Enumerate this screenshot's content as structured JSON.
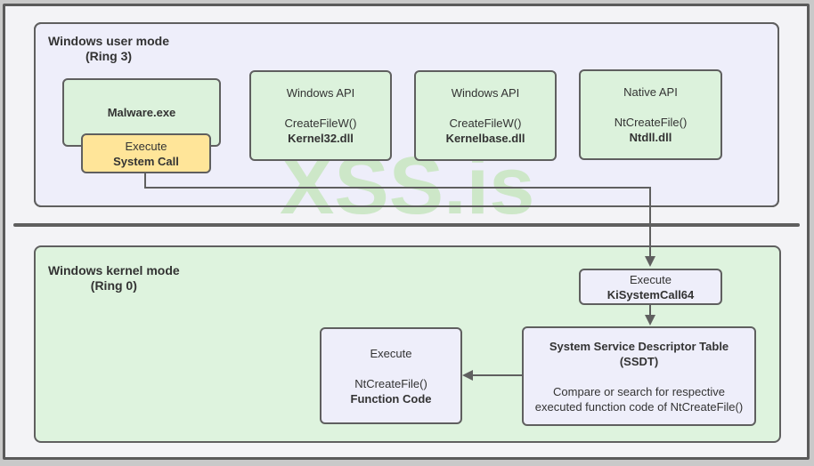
{
  "watermark": "XSS.is",
  "colors": {
    "user_mode_fill": "#eeeefa",
    "kernel_mode_fill": "#def3de",
    "node_green_fill": "#dcf2dc",
    "node_yellow_fill": "#ffe599",
    "node_lavender_fill": "#eeeefa",
    "border": "#5f5f5f",
    "arrow": "#5f5f5f",
    "watermark_green": "#cde7c8",
    "text": "#333333"
  },
  "regions": {
    "user_mode": {
      "label_line1": "Windows user mode",
      "label_line2": "(Ring 3)"
    },
    "kernel_mode": {
      "label_line1": "Windows kernel mode",
      "label_line2": "(Ring 0)"
    }
  },
  "nodes": {
    "malware": {
      "title": "Malware.exe"
    },
    "execute_system_call": {
      "line1": "Execute",
      "line2": "System Call"
    },
    "winapi_kernel32": {
      "line1": "Windows API",
      "line2": "CreateFileW()",
      "line3": "Kernel32.dll"
    },
    "winapi_kernelbase": {
      "line1": "Windows API",
      "line2": "CreateFileW()",
      "line3": "Kernelbase.dll"
    },
    "native_api": {
      "line1": "Native API",
      "line2": "NtCreateFile()",
      "line3": "Ntdll.dll"
    },
    "ki_system_call": {
      "line1": "Execute",
      "line2": "KiSystemCall64"
    },
    "ssdt": {
      "title_line1": "System Service Descriptor Table",
      "title_line2": "(SSDT)",
      "desc_line1": "Compare or search for respective",
      "desc_line2": "executed function code of NtCreateFile()"
    },
    "function_code": {
      "line1": "Execute",
      "line2": "NtCreateFile()",
      "line3": "Function Code"
    }
  }
}
